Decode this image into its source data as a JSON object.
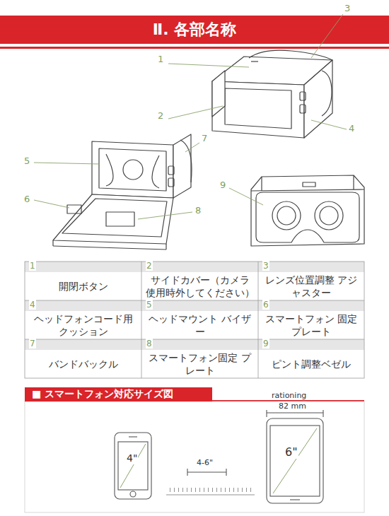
{
  "diagram": {
    "title": "Ⅱ. 各部名称",
    "nodes": [
      {
        "text": [
          "■ スマートフォン対応サイズ図"
        ]
      }
    ],
    "labels": [
      "1",
      "2",
      "3",
      "4",
      "5",
      "6",
      "7",
      "8",
      "9",
      "1",
      "開閉ボタン",
      "2",
      "サイドカバー（カメラ 使用時外してください）",
      "3",
      "レンズ位置調整 アジャスター",
      "4",
      "ヘッドフォンコード用 クッション",
      "5",
      "ヘッドマウント バイザー",
      "6",
      "スマートフォン 固定プレート",
      "7",
      "バンドバックル",
      "8",
      "スマートフォン固定 プレート",
      "9",
      "ピント調整ベゼル",
      "4\"",
      "4-6\"",
      "rationing",
      "82 mm",
      "6\""
    ]
  }
}
